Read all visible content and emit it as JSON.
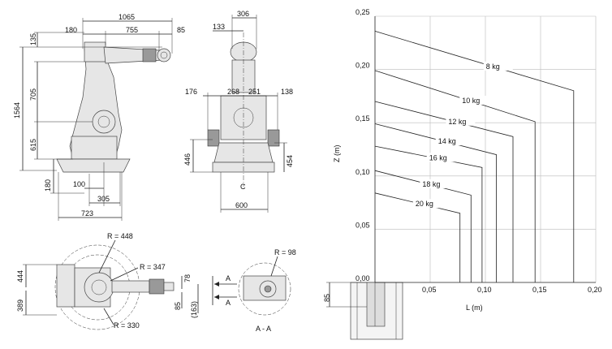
{
  "side_view": {
    "dims": [
      "1065",
      "180",
      "755",
      "85",
      "135",
      "1564",
      "705",
      "615",
      "180",
      "100",
      "305",
      "723"
    ]
  },
  "front_view": {
    "dims": [
      "306",
      "133",
      "176",
      "268",
      "251",
      "138",
      "446",
      "454",
      "600",
      "C"
    ]
  },
  "top_view": {
    "dims": [
      "R = 448",
      "R = 347",
      "R = 330",
      "444",
      "389",
      "78",
      "85",
      "(163)"
    ],
    "arrow_labels": [
      "A",
      "A"
    ]
  },
  "section_view": {
    "radius": "R = 98",
    "title": "A - A"
  },
  "chart_data": {
    "type": "line",
    "xlabel": "L (m)",
    "ylabel": "Z (m)",
    "xlim": [
      0,
      0.2
    ],
    "ylim": [
      0,
      0.25
    ],
    "xticks": [
      "0,05",
      "0,10",
      "0,15",
      "0,20"
    ],
    "yticks": [
      "0,00",
      "0,05",
      "0,10",
      "0,15",
      "0,20",
      "0,25"
    ],
    "grid": true,
    "base_dim": "85",
    "series": [
      {
        "name": "8 kg",
        "points": [
          [
            0,
            0.236
          ],
          [
            0.18,
            0.18
          ],
          [
            0.18,
            0
          ]
        ]
      },
      {
        "name": "10 kg",
        "points": [
          [
            0,
            0.199
          ],
          [
            0.145,
            0.151
          ],
          [
            0.145,
            0
          ]
        ]
      },
      {
        "name": "12 kg",
        "points": [
          [
            0,
            0.17
          ],
          [
            0.125,
            0.137
          ],
          [
            0.125,
            0
          ]
        ]
      },
      {
        "name": "14 kg",
        "points": [
          [
            0,
            0.149
          ],
          [
            0.11,
            0.12
          ],
          [
            0.11,
            0
          ]
        ]
      },
      {
        "name": "16 kg",
        "points": [
          [
            0,
            0.128
          ],
          [
            0.097,
            0.108
          ],
          [
            0.097,
            0
          ]
        ]
      },
      {
        "name": "18 kg",
        "points": [
          [
            0,
            0.105
          ],
          [
            0.087,
            0.082
          ],
          [
            0.087,
            0
          ]
        ]
      },
      {
        "name": "20 kg",
        "points": [
          [
            0,
            0.084
          ],
          [
            0.077,
            0.065
          ],
          [
            0.077,
            0
          ]
        ]
      }
    ]
  }
}
